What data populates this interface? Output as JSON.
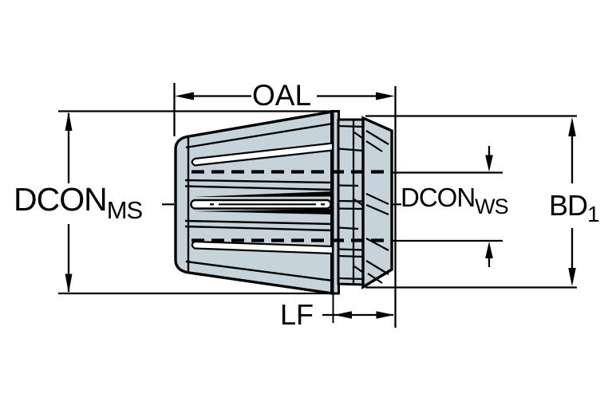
{
  "figure": {
    "description": "Technical dimension drawing of an ER collet, side view, with dimension callouts",
    "colors": {
      "background": "#ffffff",
      "body_fill": "#c7d3db",
      "slot_fill": "#ffffff",
      "line": "#000000"
    },
    "labels": {
      "oal": {
        "main": "OAL"
      },
      "dcon_ms": {
        "main": "DCON",
        "sub": "MS"
      },
      "dcon_ws": {
        "main": "DCON",
        "sub": "WS"
      },
      "bd1": {
        "main": "BD",
        "sub": "1"
      },
      "lf": {
        "main": "LF"
      }
    }
  }
}
